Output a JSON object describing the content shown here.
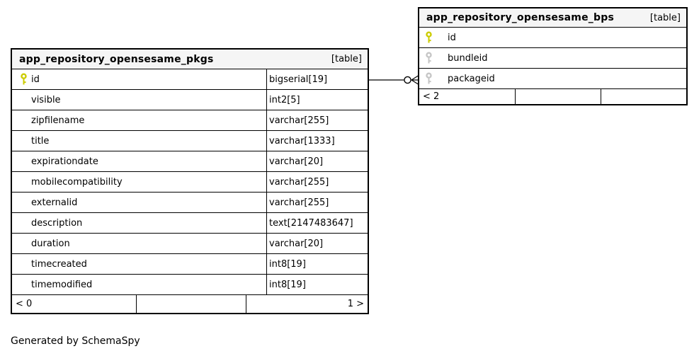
{
  "colors": {
    "canvas-bg": "#ffffff",
    "border": "#000000",
    "header-bg": "#f5f5f5",
    "primary-key": "#cccc00",
    "foreign-key": "#c6c6c6",
    "text": "#000000"
  },
  "tables": [
    {
      "title": "app_repository_opensesame_pkgs",
      "badge": "[table]",
      "columns": [
        {
          "name": "id",
          "type": "bigserial[19]",
          "key": "primary"
        },
        {
          "name": "visible",
          "type": "int2[5]",
          "key": "none"
        },
        {
          "name": "zipfilename",
          "type": "varchar[255]",
          "key": "none"
        },
        {
          "name": "title",
          "type": "varchar[1333]",
          "key": "none"
        },
        {
          "name": "expirationdate",
          "type": "varchar[20]",
          "key": "none"
        },
        {
          "name": "mobilecompatibility",
          "type": "varchar[255]",
          "key": "none"
        },
        {
          "name": "externalid",
          "type": "varchar[255]",
          "key": "none"
        },
        {
          "name": "description",
          "type": "text[2147483647]",
          "key": "none"
        },
        {
          "name": "duration",
          "type": "varchar[20]",
          "key": "none"
        },
        {
          "name": "timecreated",
          "type": "int8[19]",
          "key": "none"
        },
        {
          "name": "timemodified",
          "type": "int8[19]",
          "key": "none"
        }
      ],
      "footer": {
        "left": "< 0",
        "center": "",
        "right": "1 >"
      }
    },
    {
      "title": "app_repository_opensesame_bps",
      "badge": "[table]",
      "columns": [
        {
          "name": "id",
          "key": "primary"
        },
        {
          "name": "bundleid",
          "key": "foreign"
        },
        {
          "name": "packageid",
          "key": "foreign"
        }
      ],
      "footer": {
        "left": "< 2",
        "center": "",
        "right": ""
      }
    }
  ],
  "relationship": {
    "from": "app_repository_opensesame_pkgs.id",
    "to": "app_repository_opensesame_bps.packageid",
    "end_notation": "circle-crow-foot"
  },
  "caption": "Generated by SchemaSpy"
}
